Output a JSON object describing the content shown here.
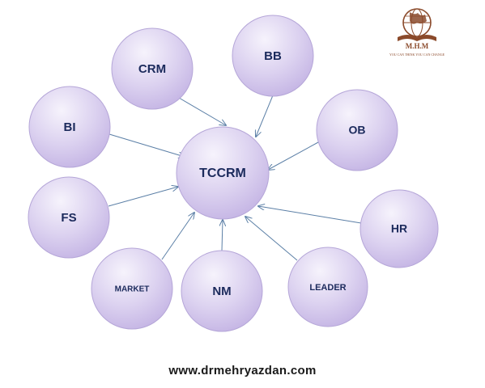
{
  "diagram": {
    "center": {
      "label": "TCCRM"
    },
    "nodes": [
      {
        "id": "crm",
        "label": "CRM"
      },
      {
        "id": "bb",
        "label": "BB"
      },
      {
        "id": "bi",
        "label": "BI"
      },
      {
        "id": "ob",
        "label": "OB"
      },
      {
        "id": "fs",
        "label": "FS"
      },
      {
        "id": "hr",
        "label": "HR"
      },
      {
        "id": "market",
        "label": "MARKET"
      },
      {
        "id": "nm",
        "label": "NM"
      },
      {
        "id": "leader",
        "label": "LEADER"
      }
    ]
  },
  "logo": {
    "title": "M.H.M",
    "tagline": "YOU CAN THINK YOU CAN CHANGE"
  },
  "footer": {
    "website": "www.drmehryazdan.com"
  },
  "colors": {
    "node_fill_light": "#efeaf8",
    "node_fill_dark": "#c7b8e6",
    "node_stroke": "#b5a6d8",
    "arrow": "#5b7fa6",
    "label": "#1b2a5c",
    "logo_brown": "#8b4a2b"
  }
}
